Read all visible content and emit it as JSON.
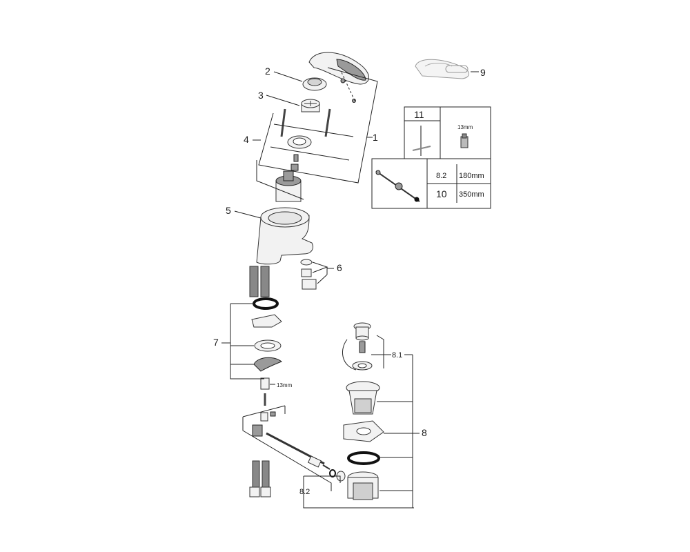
{
  "diagram": {
    "callouts": {
      "c1": "1",
      "c2": "2",
      "c3": "3",
      "c4": "4",
      "c5": "5",
      "c6": "6",
      "c7": "7",
      "c8": "8",
      "c8_1": "8.1",
      "c8_2": "8.2",
      "c9": "9"
    },
    "wrench_size_lower": "13mm",
    "table": {
      "tool_number": "11",
      "wrench_size": "13mm",
      "rows": [
        {
          "item": "8.2",
          "length": "180mm"
        },
        {
          "item": "10",
          "length": "350mm"
        }
      ]
    }
  }
}
